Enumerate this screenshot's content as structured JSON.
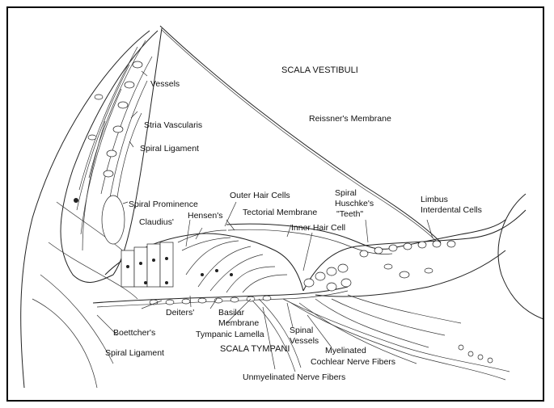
{
  "diagram": {
    "regions": {
      "scala_vestibuli": "SCALA VESTIBULI",
      "scala_tympani": "SCALA TYMPANI"
    },
    "labels": {
      "vessels": "Vessels",
      "stria_vascularis": "Stria Vascularis",
      "spiral_ligament_top": "Spiral Ligament",
      "reissners_membrane": "Reissner's Membrane",
      "spiral_prominence": "Spiral Prominence",
      "outer_hair_cells": "Outer Hair Cells",
      "spiral": "Spiral",
      "huschkes": "Huschke's",
      "teeth": "\"Teeth\"",
      "limbus": "Limbus",
      "interdental_cells": "Interdental Cells",
      "claudius": "Claudius'",
      "hensens": "Hensen's",
      "tectorial_membrane": "Tectorial Membrane",
      "inner_hair_cell": "Inner Hair Cell",
      "deiters": "Deiters'",
      "basilar": "Basilar",
      "membrane": "Membrane",
      "boettchers": "Boettcher's",
      "tympanic_lamella": "Tympanic Lamella",
      "spinal": "Spinal",
      "vessels_2": "Vessels",
      "myelinated": "Myelinated",
      "cochlear_nerve_fibers": "Cochlear Nerve Fibers",
      "spiral_ligament_bottom": "Spiral Ligament",
      "unmyelinated_nerve_fibers": "Unmyelinated Nerve Fibers"
    }
  }
}
